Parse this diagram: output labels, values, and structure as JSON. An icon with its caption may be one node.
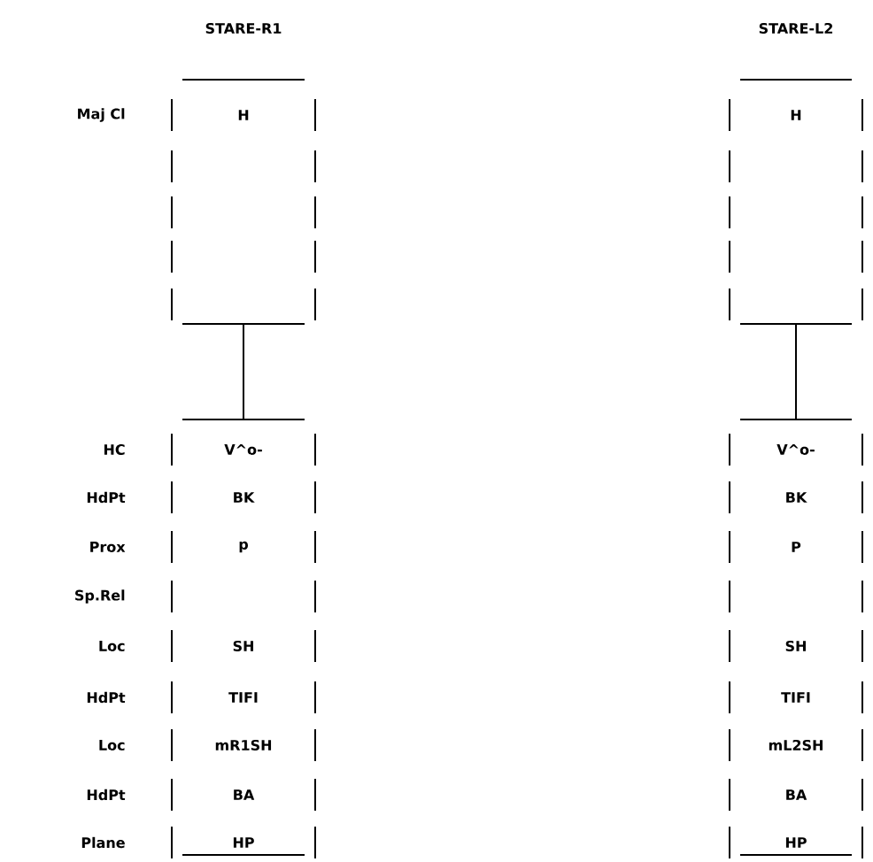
{
  "diagram": {
    "nodes": [
      {
        "text": [
          "STARE-R1",
          "H"
        ]
      },
      {
        "text": [
          "V^o-",
          "BK",
          "p",
          "SH",
          "TIFI",
          "mR1SH",
          "BA",
          "HP"
        ]
      },
      {
        "text": [
          "STARE-L2",
          "H"
        ]
      },
      {
        "text": [
          "V^o-",
          "BK",
          "P",
          "SH",
          "TIFI",
          "mL2SH",
          "BA",
          "HP"
        ]
      }
    ],
    "edges": [
      {
        "from": 0,
        "to": 1,
        "arrow": "none"
      },
      {
        "from": 2,
        "to": 3,
        "arrow": "none"
      }
    ],
    "labels": [
      "Maj Cl",
      "HC",
      "HdPt",
      "Prox",
      "Sp.Rel",
      "Loc",
      "HdPt",
      "Loc",
      "HdPt",
      "Plane"
    ]
  }
}
